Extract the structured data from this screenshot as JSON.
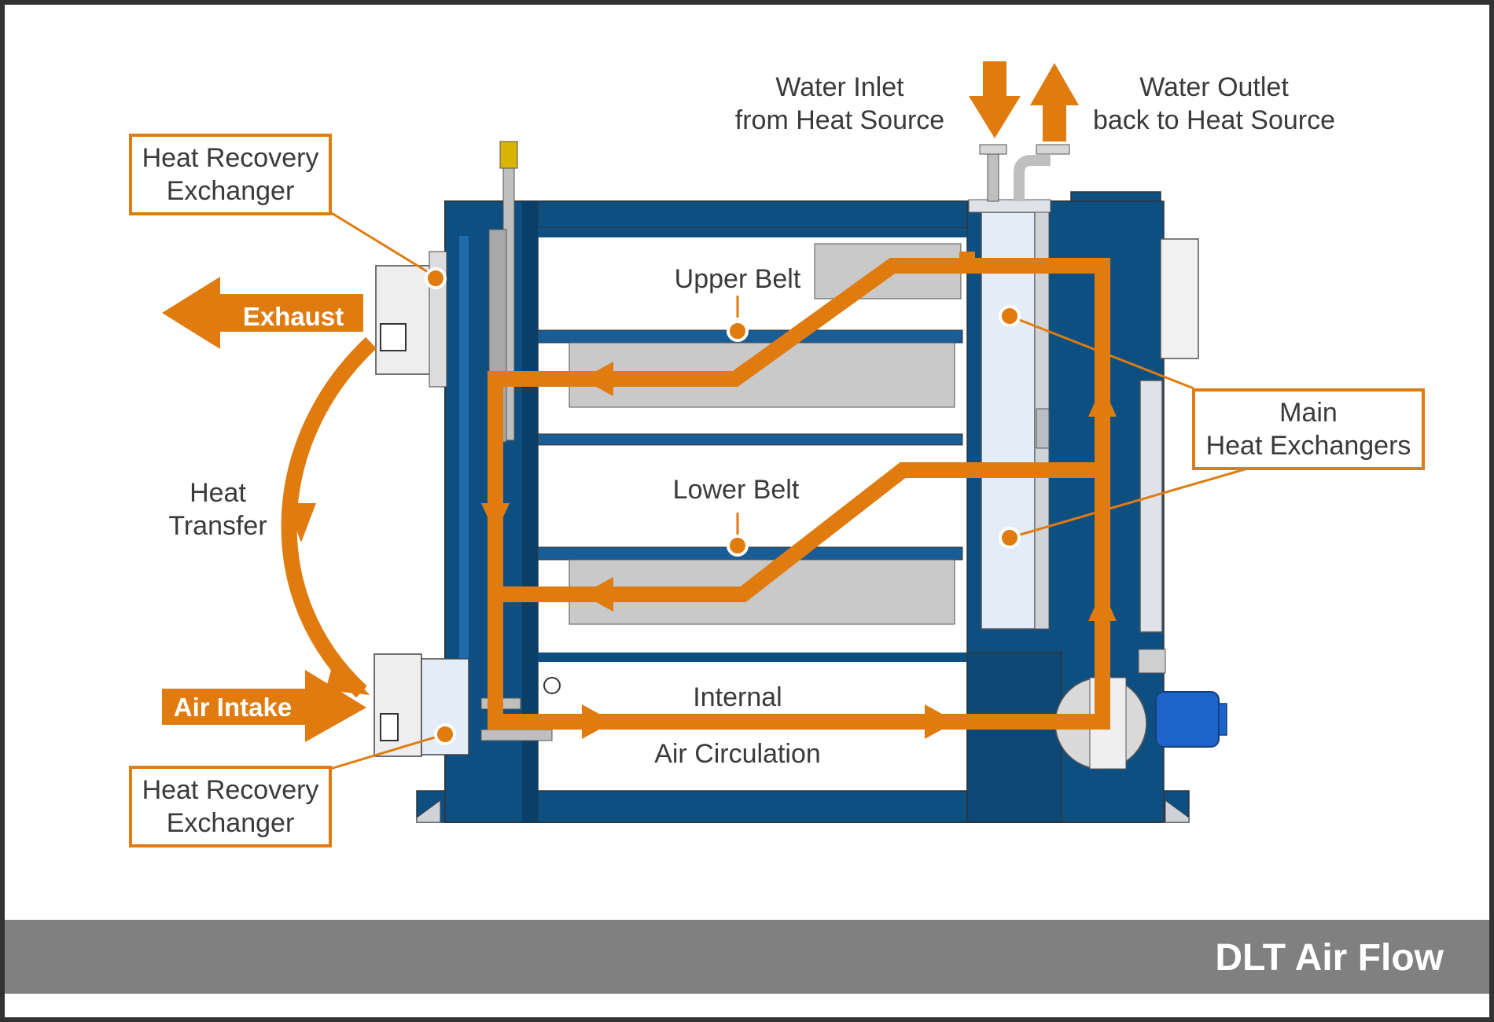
{
  "title": "DLT Air Flow",
  "colors": {
    "accent": "#E07B0F",
    "frame_blue": "#0E4F82",
    "panel_light": "#E4ECF7",
    "belt_gray": "#C9C9C9",
    "footer_gray": "#808080",
    "outline": "#333333"
  },
  "labels": {
    "heat_recovery_top": [
      "Heat Recovery",
      "Exchanger"
    ],
    "heat_recovery_bottom": [
      "Heat Recovery",
      "Exchanger"
    ],
    "exhaust": "Exhaust",
    "air_intake": "Air Intake",
    "heat_transfer": [
      "Heat",
      "Transfer"
    ],
    "water_inlet": [
      "Water Inlet",
      "from Heat Source"
    ],
    "water_outlet": [
      "Water Outlet",
      "back to Heat Source"
    ],
    "upper_belt": "Upper Belt",
    "lower_belt": "Lower Belt",
    "main_heat_exchangers": [
      "Main",
      "Heat Exchangers"
    ],
    "internal_air_circulation": [
      "Internal",
      "Air Circulation"
    ]
  },
  "icons": {
    "exhaust_arrow": "left-arrow-icon",
    "intake_arrow": "right-arrow-icon",
    "water_inlet_arrow": "down-arrow-icon",
    "water_outlet_arrow": "up-arrow-icon",
    "valve": "valve-icon",
    "motor": "motor-icon",
    "fan": "fan-icon"
  }
}
